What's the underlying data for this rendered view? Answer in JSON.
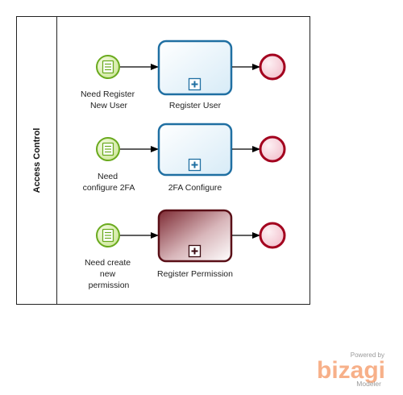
{
  "pool": {
    "title": "Access Control"
  },
  "events": [
    {
      "label_lines": [
        "Need Register",
        "New User"
      ]
    },
    {
      "label_lines": [
        "Need",
        "configure 2FA"
      ]
    },
    {
      "label_lines": [
        "Need create",
        "new",
        "permission"
      ]
    }
  ],
  "tasks": [
    {
      "label": "Register User",
      "style": "blue"
    },
    {
      "label": "2FA Configure",
      "style": "blue"
    },
    {
      "label": "Register Permission",
      "style": "maroon"
    }
  ],
  "colors": {
    "start_event_fill": "#dff0b8",
    "start_event_stroke": "#6aaa1e",
    "end_event_fill": "#f7d6de",
    "end_event_stroke": "#a3001e",
    "task_blue_stroke": "#1f6fa2",
    "task_maroon_stroke": "#5a0f17"
  },
  "branding": {
    "powered": "Powered by",
    "name": "bizagi",
    "product": "Modeler"
  }
}
